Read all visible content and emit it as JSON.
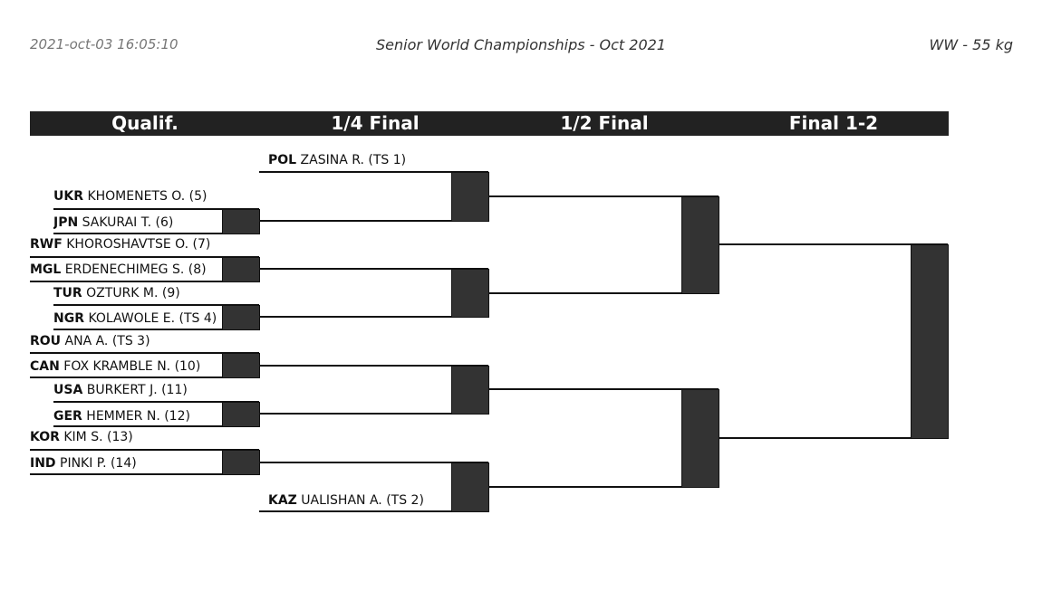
{
  "header": {
    "timestamp": "2021-oct-03 16:05:10",
    "title": "Senior World Championships - Oct 2021",
    "category": "WW - 55 kg"
  },
  "rounds": [
    "Qualif.",
    "1/4 Final",
    "1/2 Final",
    "Final 1-2"
  ],
  "entries": [
    {
      "country": "POL",
      "name": "ZASINA R. (TS 1)"
    },
    {
      "country": "UKR",
      "name": "KHOMENETS O. (5)"
    },
    {
      "country": "JPN",
      "name": "SAKURAI T. (6)"
    },
    {
      "country": "RWF",
      "name": "KHOROSHAVTSE O. (7)"
    },
    {
      "country": "MGL",
      "name": "ERDENECHIMEG S. (8)"
    },
    {
      "country": "TUR",
      "name": "OZTURK M. (9)"
    },
    {
      "country": "NGR",
      "name": "KOLAWOLE E. (TS 4)"
    },
    {
      "country": "ROU",
      "name": "ANA A. (TS 3)"
    },
    {
      "country": "CAN",
      "name": "FOX KRAMBLE N. (10)"
    },
    {
      "country": "USA",
      "name": "BURKERT J. (11)"
    },
    {
      "country": "GER",
      "name": "HEMMER N. (12)"
    },
    {
      "country": "KOR",
      "name": "KIM S. (13)"
    },
    {
      "country": "IND",
      "name": "PINKI P. (14)"
    },
    {
      "country": "KAZ",
      "name": "UALISHAN A. (TS 2)"
    }
  ]
}
